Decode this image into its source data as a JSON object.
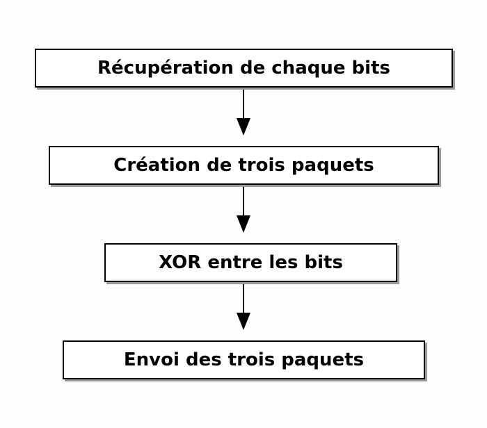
{
  "steps": [
    {
      "label": "Récupération de chaque bits"
    },
    {
      "label": "Création de trois paquets"
    },
    {
      "label": "XOR entre les bits"
    },
    {
      "label": "Envoi des trois paquets"
    }
  ],
  "colors": {
    "stroke": "#000000",
    "box_fill": "#ffffff",
    "shadow": "#9a9a9a",
    "background": "#fdfdfd"
  }
}
